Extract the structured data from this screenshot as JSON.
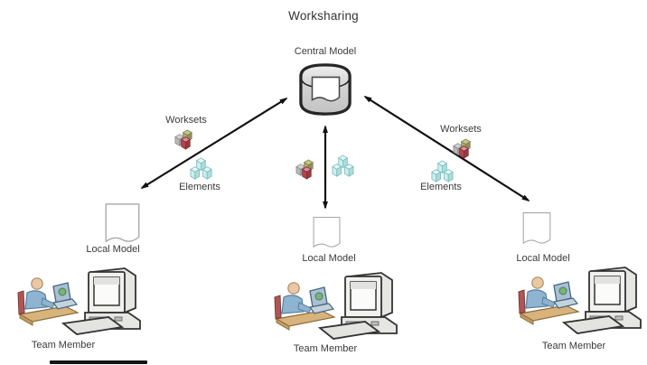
{
  "title": "Worksharing",
  "central_model": {
    "label": "Central Model"
  },
  "branches": {
    "left": {
      "worksets_label": "Worksets",
      "elements_label": "Elements"
    },
    "right": {
      "worksets_label": "Worksets",
      "elements_label": "Elements"
    }
  },
  "local_models": [
    {
      "label": "Local Model"
    },
    {
      "label": "Local Model"
    },
    {
      "label": "Local Model"
    }
  ],
  "team_members": [
    {
      "label": "Team Member"
    },
    {
      "label": "Team Member"
    },
    {
      "label": "Team Member"
    }
  ],
  "icons": {
    "central_model": "database-cylinder-with-document",
    "worksets": "three-colored-cubes",
    "elements": "three-blue-cubes",
    "local_model": "document-torn-edge",
    "team_member": "person-at-desk-with-desktop-computer"
  },
  "colors": {
    "background": "#ffffff",
    "arrow": "#111111",
    "text": "#3a3a3a",
    "cylinder_fill": "#d8d8d8",
    "workset_cube_gray": "#b9b9b9",
    "workset_cube_olive": "#a9a96a",
    "workset_cube_red": "#b5434c",
    "element_cube": "#cdeeee"
  }
}
